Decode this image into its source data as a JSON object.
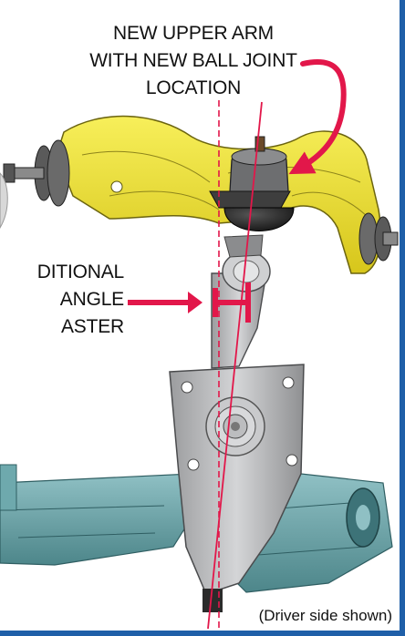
{
  "figure": {
    "callout_upper_arm": [
      "NEW UPPER ARM",
      "WITH NEW BALL JOINT",
      "LOCATION"
    ],
    "callout_caster": [
      "DITIONAL",
      "ANGLE",
      "ASTER"
    ],
    "caption": "(Driver side shown)",
    "colors": {
      "accent_red": "#e2174a",
      "frame_blue": "#1f5fa8",
      "arm_yellow": "#f3e832",
      "axle_teal": "#5f9fa4",
      "metal_gray": "#b7b8ba"
    }
  }
}
